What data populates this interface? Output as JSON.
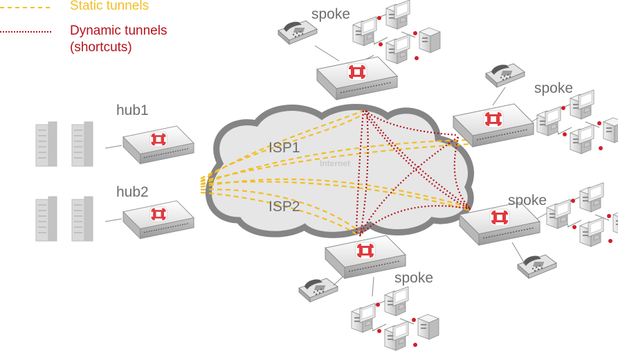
{
  "legend": {
    "static_label": "Static tunnels",
    "dynamic_label_line1": "Dynamic tunnels",
    "dynamic_label_line2": "(shortcuts)"
  },
  "nodes": {
    "hub1": "hub1",
    "hub2": "hub2",
    "spoke_top": "spoke",
    "spoke_right_top": "spoke",
    "spoke_right_bottom": "spoke",
    "spoke_bottom": "spoke"
  },
  "cloud": {
    "isp1": "ISP1",
    "isp2": "ISP2",
    "internet": "Internet"
  },
  "colors": {
    "static_tunnel": "#f2be23",
    "dynamic_tunnel": "#b5121b",
    "fortinet_red": "#e03a3e",
    "cloud_fill": "#e6e6e6",
    "cloud_stroke": "#858585",
    "label_gray": "#6d6d6d"
  }
}
